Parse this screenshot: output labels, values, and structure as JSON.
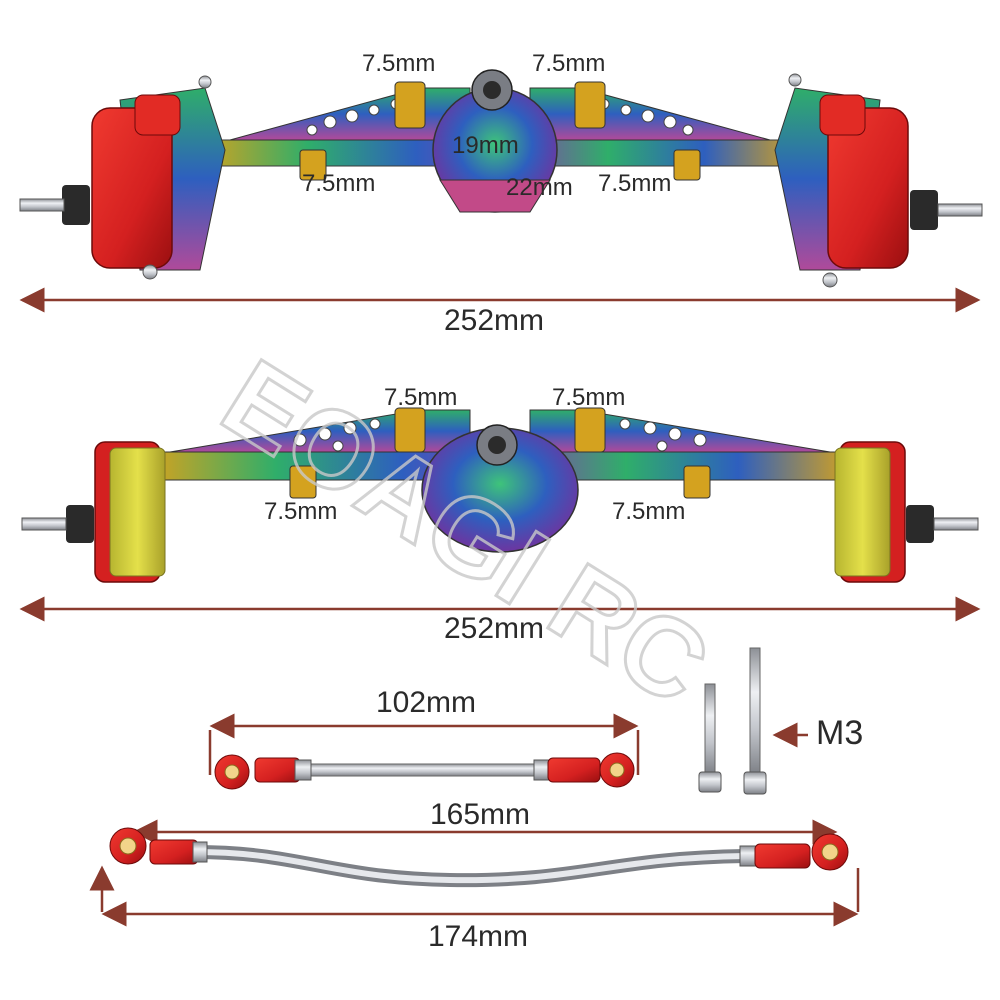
{
  "watermark": {
    "text": "EOAGI RC"
  },
  "front_axle": {
    "top_labels": [
      "7.5mm",
      "7.5mm"
    ],
    "center_labels": [
      "19mm",
      "22mm"
    ],
    "lower_labels": [
      "7.5mm",
      "7.5mm"
    ],
    "width_label": "252mm"
  },
  "rear_axle": {
    "top_labels": [
      "7.5mm",
      "7.5mm"
    ],
    "lower_labels": [
      "7.5mm",
      "7.5mm"
    ],
    "width_label": "252mm"
  },
  "links": {
    "short_link_label": "102mm",
    "long_link_inner_label": "165mm",
    "long_link_outer_label": "174mm"
  },
  "screws": {
    "label": "M3"
  },
  "colors": {
    "dimension_line": "#8a3b2e",
    "red_part": "#d42020",
    "red_dark": "#9a0f10",
    "chrome_blue": "#2e5fbf",
    "chrome_green": "#2fae6a",
    "chrome_gold": "#d4a21f",
    "chrome_purple": "#8a3fb0",
    "yellow_hub": "#d8d63a",
    "steel": "#b9bcc2"
  }
}
